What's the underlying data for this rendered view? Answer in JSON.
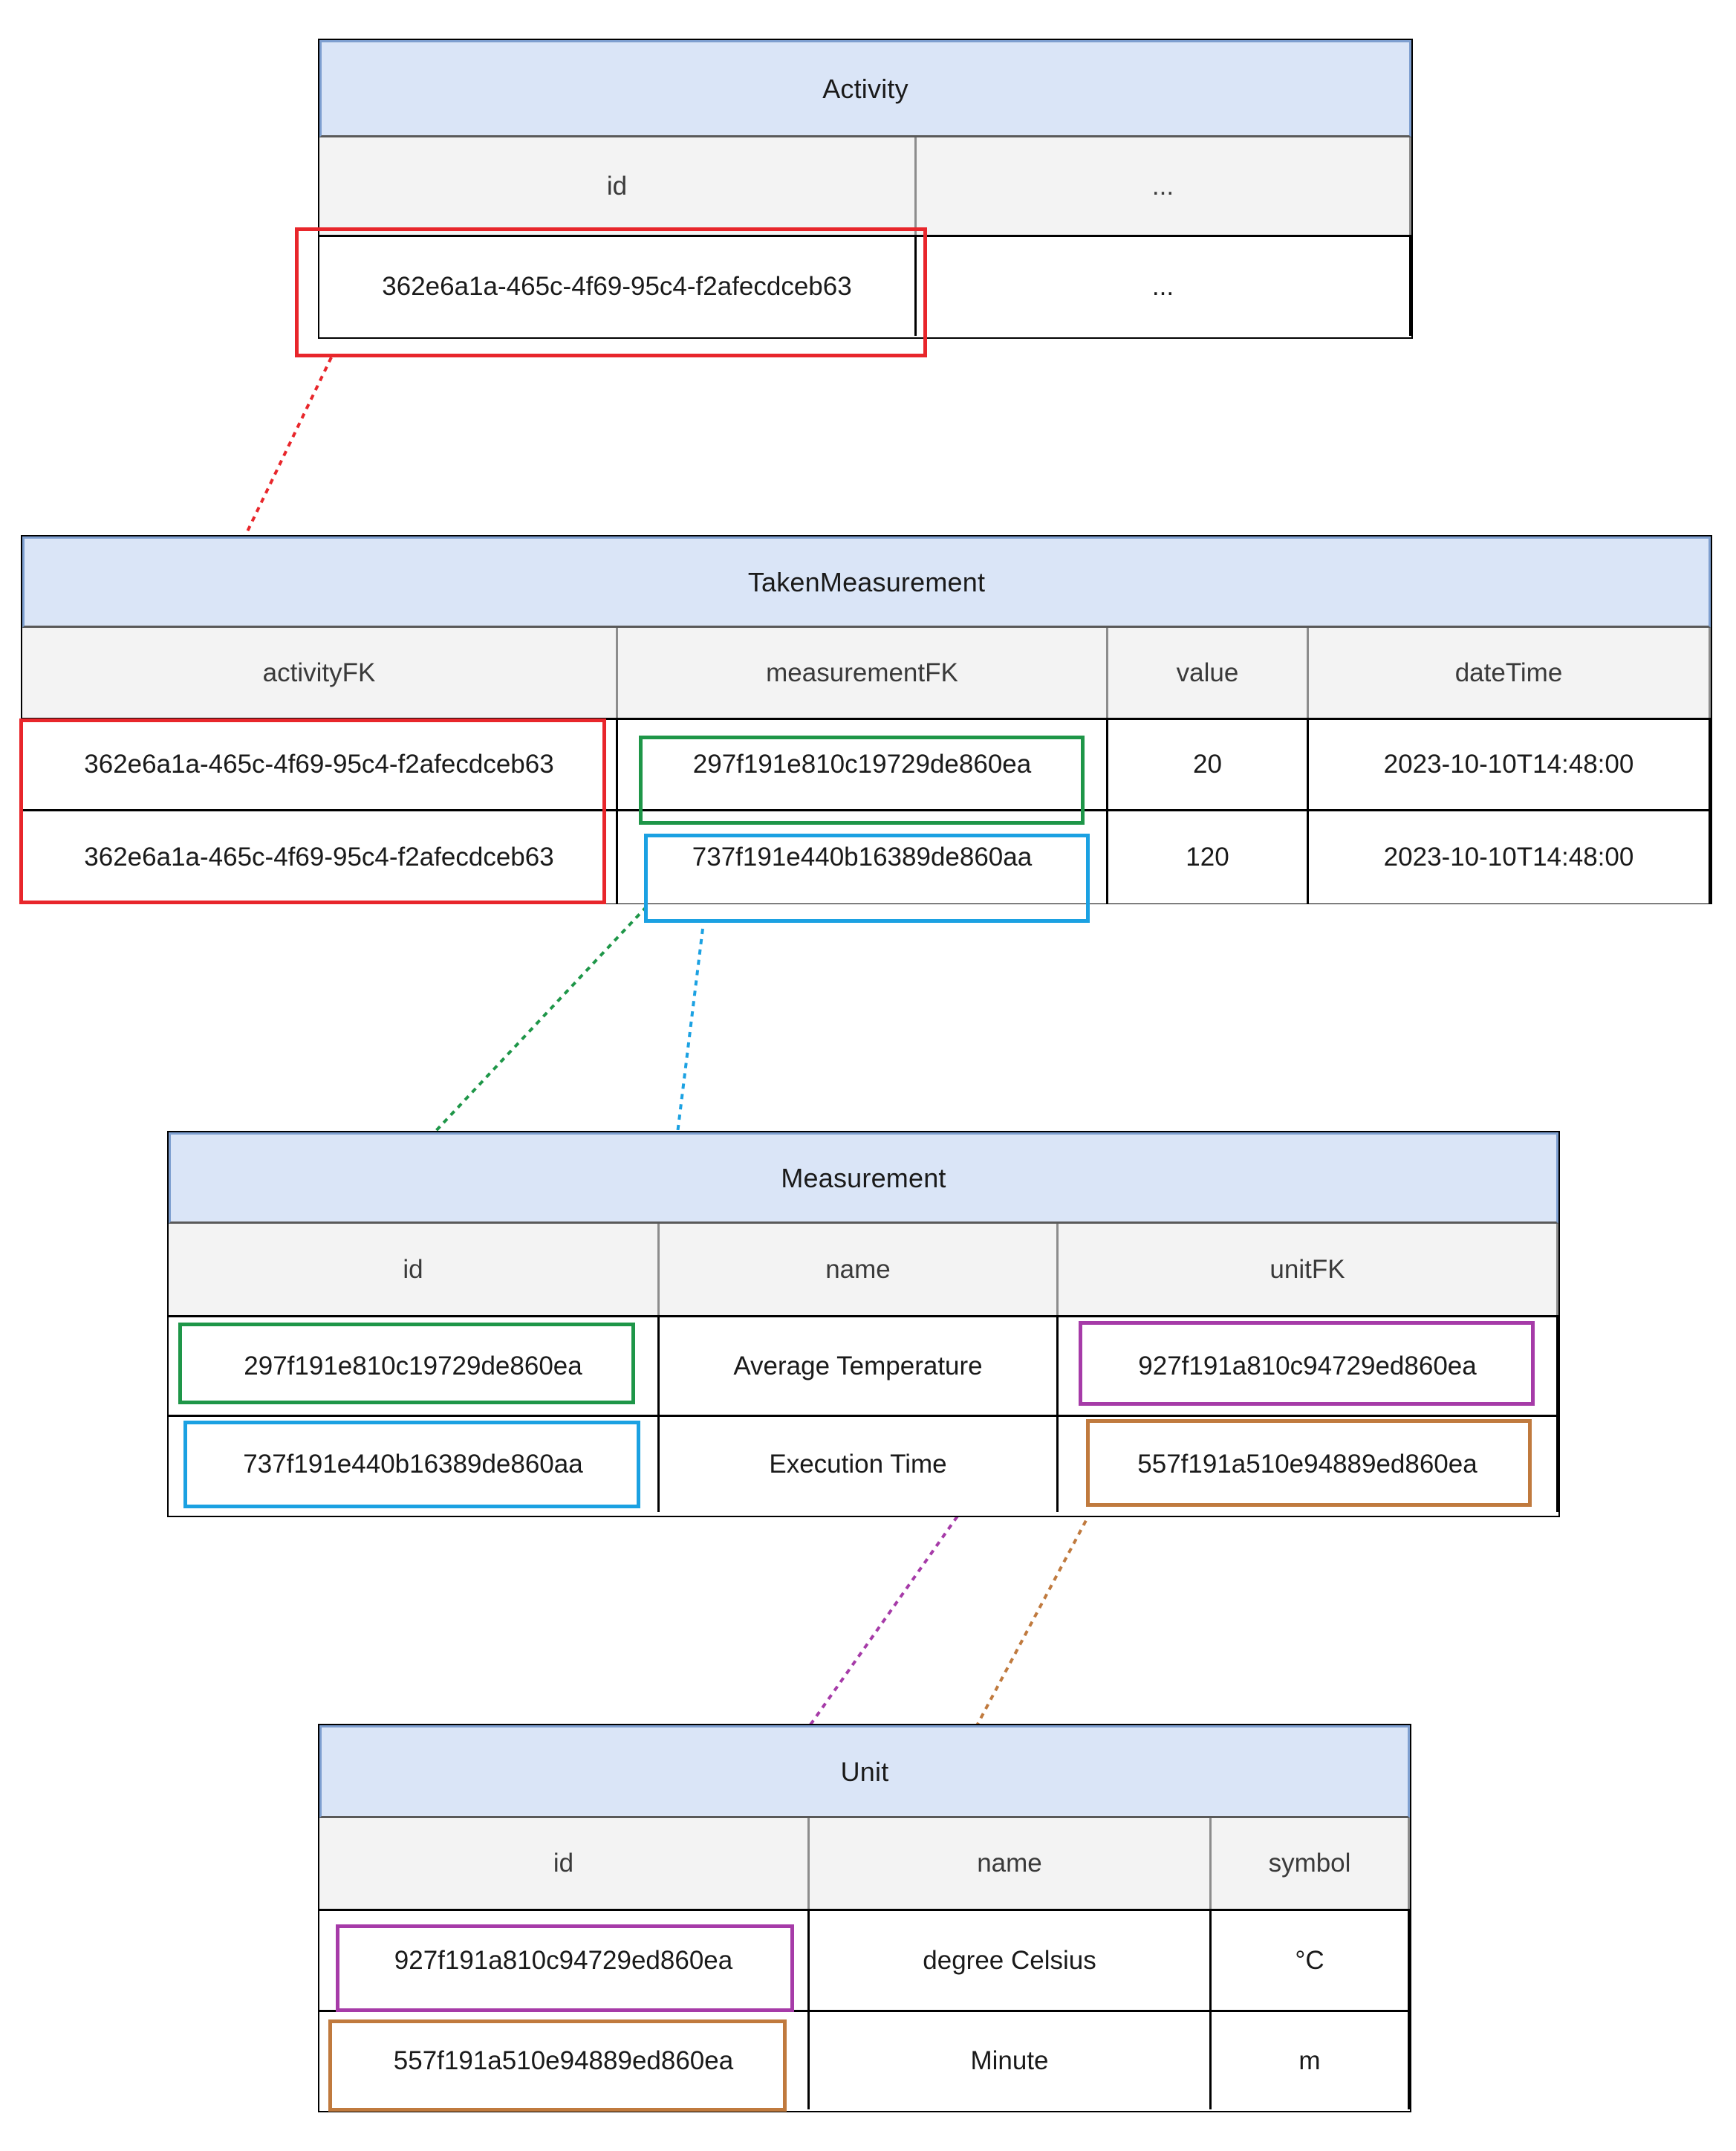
{
  "diagram": {
    "kind": "entity-relationship-data-sample",
    "entities": [
      {
        "key": "activity",
        "title": "Activity",
        "columns": [
          "id",
          "..."
        ],
        "rows": [
          [
            "362e6a1a-465c-4f69-95c4-f2afecdceb63",
            "..."
          ]
        ]
      },
      {
        "key": "takenmeasurement",
        "title": "TakenMeasurement",
        "columns": [
          "activityFK",
          "measurementFK",
          "value",
          "dateTime"
        ],
        "rows": [
          [
            "362e6a1a-465c-4f69-95c4-f2afecdceb63",
            "297f191e810c19729de860ea",
            "20",
            "2023-10-10T14:48:00"
          ],
          [
            "362e6a1a-465c-4f69-95c4-f2afecdceb63",
            "737f191e440b16389de860aa",
            "120",
            "2023-10-10T14:48:00"
          ]
        ]
      },
      {
        "key": "measurement",
        "title": "Measurement",
        "columns": [
          "id",
          "name",
          "unitFK"
        ],
        "rows": [
          [
            "297f191e810c19729de860ea",
            "Average Temperature",
            "927f191a810c94729ed860ea"
          ],
          [
            "737f191e440b16389de860aa",
            "Execution Time",
            "557f191a510e94889ed860ea"
          ]
        ]
      },
      {
        "key": "unit",
        "title": "Unit",
        "columns": [
          "id",
          "name",
          "symbol"
        ],
        "rows": [
          [
            "927f191a810c94729ed860ea",
            "degree Celsius",
            "°C"
          ],
          [
            "557f191a510e94889ed860ea",
            "Minute",
            "m"
          ]
        ]
      }
    ],
    "highlight_colors": {
      "activity_pk": "#e8262b",
      "measurement_pk_temperature": "#1e9648",
      "measurement_pk_execution": "#1ba1e2",
      "unit_pk_celsius": "#a63ba8",
      "unit_pk_minute": "#c07a3e"
    },
    "relationships": [
      {
        "label": "Activity.id → TakenMeasurement.activityFK",
        "color": "#e8262b"
      },
      {
        "label": "TakenMeasurement.measurementFK → Measurement.id (Average Temperature)",
        "color": "#1e9648"
      },
      {
        "label": "TakenMeasurement.measurementFK → Measurement.id (Execution Time)",
        "color": "#1ba1e2"
      },
      {
        "label": "Measurement.unitFK → Unit.id (degree Celsius)",
        "color": "#a63ba8"
      },
      {
        "label": "Measurement.unitFK → Unit.id (Minute)",
        "color": "#c07a3e"
      }
    ],
    "theme": {
      "title_fill": "#dae5f7",
      "title_edge": "#7e9fd0",
      "colhead_fill": "#f3f3f3",
      "border": "#000000",
      "page_bg": "#ffffff"
    }
  }
}
